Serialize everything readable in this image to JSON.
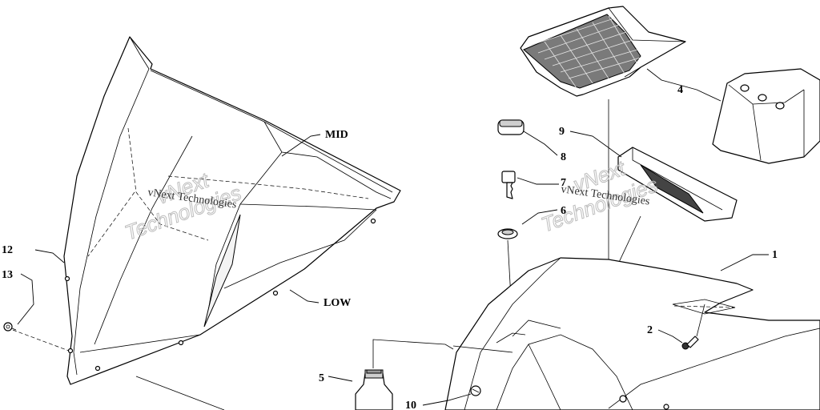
{
  "callouts": {
    "c1": "1",
    "c2": "2",
    "c4": "4",
    "c5": "5",
    "c6": "6",
    "c7": "7",
    "c8": "8",
    "c9": "9",
    "c10": "10",
    "c12": "12",
    "c13": "13",
    "mid": "MID",
    "low": "LOW"
  },
  "watermark": {
    "text": "vNext Technologies",
    "line1": "vNext",
    "line2": "Technologies"
  }
}
